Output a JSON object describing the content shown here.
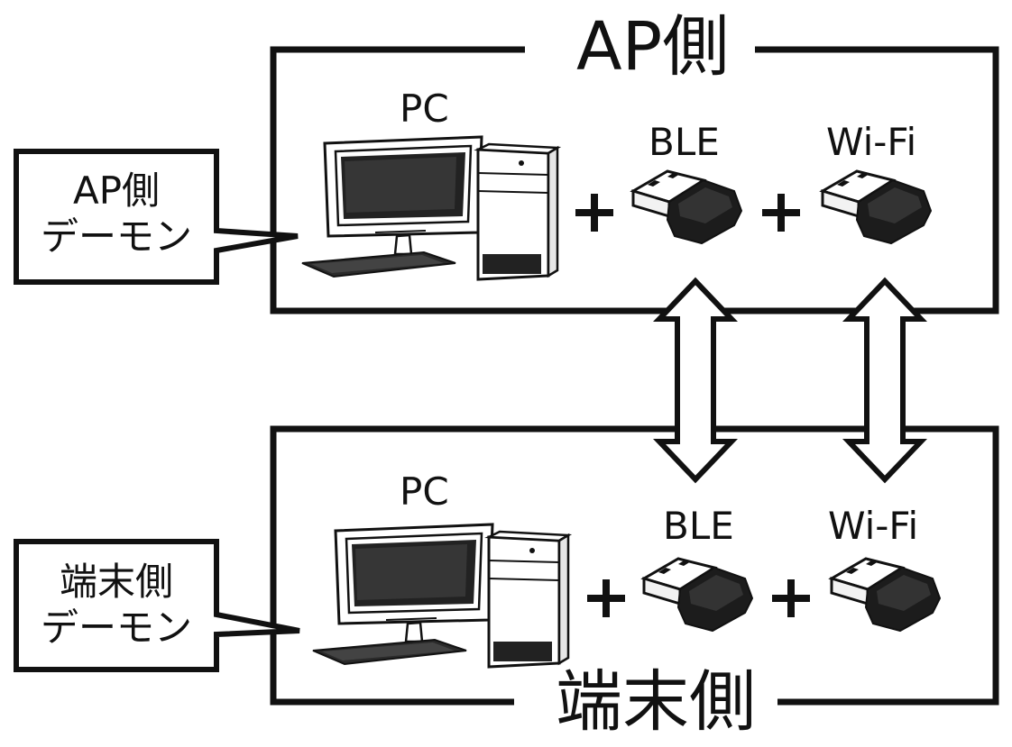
{
  "sections": {
    "ap": {
      "title": "AP側",
      "pc_label": "PC",
      "ble_label": "BLE",
      "wifi_label": "Wi-Fi",
      "plus": "+",
      "callout": {
        "line1": "AP側",
        "line2": "デーモン"
      }
    },
    "terminal": {
      "title": "端末側",
      "pc_label": "PC",
      "ble_label": "BLE",
      "wifi_label": "Wi-Fi",
      "plus": "+",
      "callout": {
        "line1": "端末側",
        "line2": "デーモン"
      }
    }
  },
  "connections": [
    "BLE",
    "Wi-Fi"
  ],
  "icons": [
    "desktop-pc-icon",
    "usb-dongle-icon",
    "double-arrow-icon"
  ]
}
